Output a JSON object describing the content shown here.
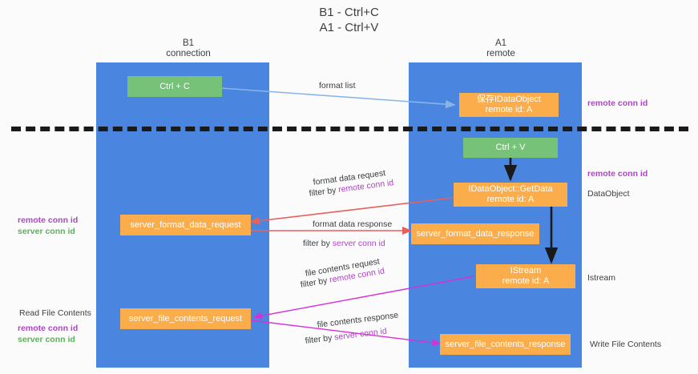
{
  "diagram": {
    "title": "B1 - Ctrl+C\nA1 - Ctrl+V",
    "colors": {
      "lane": "#4a86e0",
      "green_box": "#77c279",
      "orange_box": "#fbad4b",
      "purple_text": "#b044c8",
      "green_text": "#5fae5f",
      "divider": "#1a1a1a",
      "arrow_blue": "#8ab4e8",
      "arrow_black": "#1a1a1a",
      "arrow_red": "#e8605a",
      "arrow_magenta": "#d82fd8"
    },
    "lanes": [
      {
        "id": "b1",
        "label": "B1\nconnection"
      },
      {
        "id": "a1",
        "label": "A1\nremote"
      }
    ],
    "boxes": [
      {
        "id": "ctrl-c",
        "lane": "b1",
        "style": "green",
        "text": "Ctrl + C"
      },
      {
        "id": "save-idataobject",
        "lane": "a1",
        "style": "orange",
        "text": "保存IDataObject\nremote id: A"
      },
      {
        "id": "ctrl-v",
        "lane": "a1",
        "style": "green",
        "text": "Ctrl + V"
      },
      {
        "id": "idataobject-getdata",
        "lane": "a1",
        "style": "orange",
        "text": "IDataObject::GetData\nremote id: A"
      },
      {
        "id": "server-format-data-request",
        "lane": "b1",
        "style": "orange",
        "text": "server_format_data_request"
      },
      {
        "id": "server-format-data-response",
        "lane": "a1",
        "style": "orange",
        "text": "server_format_data_response"
      },
      {
        "id": "istream",
        "lane": "a1",
        "style": "orange",
        "text": "IStream\nremote id: A"
      },
      {
        "id": "server-file-contents-request",
        "lane": "b1",
        "style": "orange",
        "text": "server_file_contents_request"
      },
      {
        "id": "server-file-contents-response",
        "lane": "a1",
        "style": "orange",
        "text": "server_file_contents_response"
      }
    ],
    "edge_labels": {
      "format_list": "format list",
      "format_data_request": "format data request",
      "format_data_request_filter_prefix": "filter by ",
      "format_data_request_filter_key": "remote conn id",
      "format_data_response": "format data response",
      "format_data_response_filter_prefix": "filter by ",
      "format_data_response_filter_key": "server conn id",
      "file_contents_request": "file contents request",
      "file_contents_request_filter_prefix": "filter by ",
      "file_contents_request_filter_key": "remote conn id",
      "file_contents_response": "file contents response",
      "file_contents_response_filter_prefix": "filter by ",
      "file_contents_response_filter_key": "server conn id"
    },
    "side_labels": {
      "right_remote_conn_id_top": "remote conn id",
      "right_remote_conn_id_mid": "remote conn id",
      "right_dataobject": "DataObject",
      "right_istream": "Istream",
      "right_write_file_contents": "Write File Contents",
      "left_remote_conn_id_mid": "remote conn id",
      "left_server_conn_id_mid": "server conn id",
      "left_read_file_contents": "Read File Contents",
      "left_remote_conn_id_bot": "remote conn id",
      "left_server_conn_id_bot": "server conn id"
    }
  }
}
